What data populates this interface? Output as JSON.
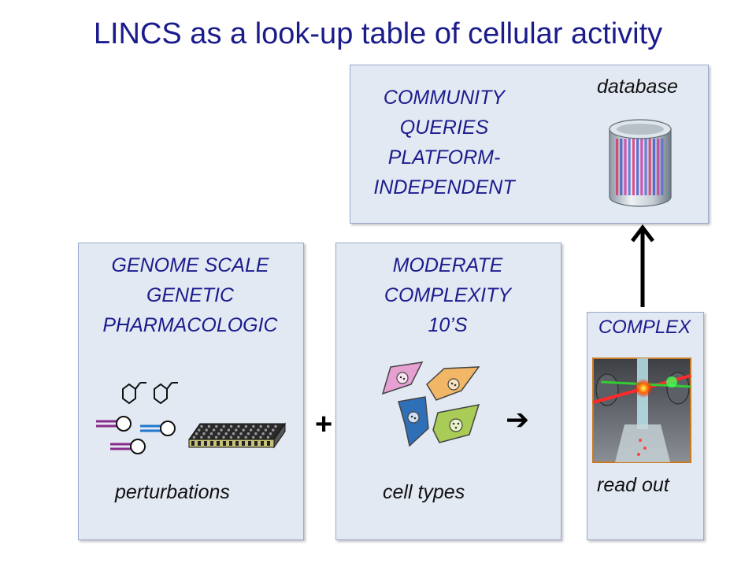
{
  "title": "LINCS as a look-up table of cellular activity",
  "database_box": {
    "lines": [
      "COMMUNITY",
      "QUERIES",
      "PLATFORM-",
      "INDEPENDENT"
    ],
    "label": "database"
  },
  "perturbations_box": {
    "lines": [
      "GENOME SCALE",
      "GENETIC",
      "PHARMACOLOGIC"
    ],
    "label": "perturbations"
  },
  "cell_types_box": {
    "lines": [
      "MODERATE",
      "COMPLEXITY",
      "10’S"
    ],
    "label": "cell types"
  },
  "readout_box": {
    "heading": "COMPLEX",
    "label": "read out"
  },
  "plus": "+",
  "arrow": "➔",
  "icons": {
    "database": "database-cylinder-icon",
    "molecules": "molecule-hexagon-icon",
    "sirna": "sirna-hairpin-icon",
    "plate": "multiwell-plate-icon",
    "cells": "cell-icon",
    "readout": "flow-cytometer-icon"
  },
  "colors": {
    "title": "#1b1c8c",
    "box_fill": "#e3e9f3",
    "box_border": "#9aa9cf",
    "sirna_purple": "#8a2a8a",
    "sirna_blue": "#2277cc",
    "cell_pink": "#e6a0d2",
    "cell_orange": "#f2b766",
    "cell_blue": "#2f6fb8",
    "cell_green": "#a8cc55"
  }
}
